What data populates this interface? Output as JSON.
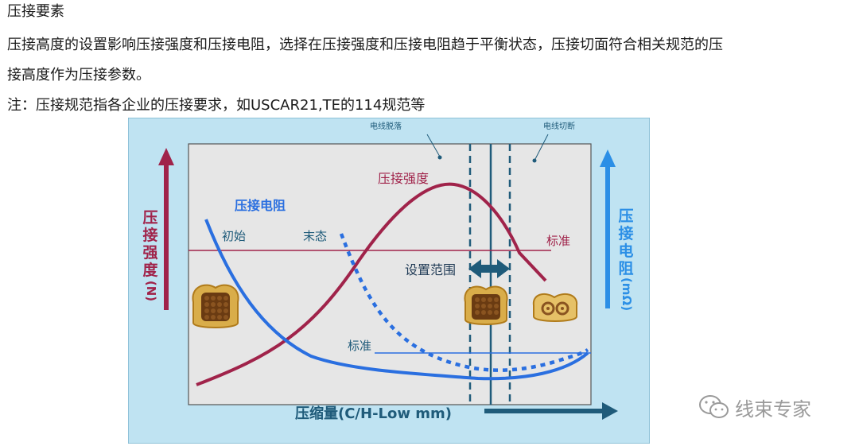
{
  "article": {
    "title": "压接要素",
    "body_line1": "压接高度的设置影响压接强度和压接电阻，选择在压接强度和压接电阻趋于平衡状态，压接切面符合相关规范的压",
    "body_line2": "接高度作为压接参数。",
    "note": "注：压接规范指各企业的压接要求，如USCAR21,TE的114规范等"
  },
  "figure": {
    "label_wire_pullout": "电线脱落",
    "label_wire_cut": "电线切断",
    "left_axis_label": [
      "压",
      "接",
      "强",
      "度",
      "(N)"
    ],
    "right_axis_label": [
      "压",
      "接",
      "电",
      "阻",
      "(mΩ)"
    ],
    "x_axis_label": "压缩量(C/H-Low mm)",
    "curve_strength_label": "压接强度",
    "curve_resistance_label": "压接电阻",
    "initial_label": "初始",
    "final_label": "末态",
    "standard_label_strength": "标准",
    "standard_label_resistance": "标准",
    "setting_range_label": "设置范围",
    "colors": {
      "strength": "#a0234a",
      "resistance": "#2a6fe0",
      "dashed_guides": "#1f5b7a",
      "panel_bg": "#bfe3f2",
      "plot_bg": "#e6e6e6"
    }
  },
  "watermark": {
    "text": "线束专家",
    "icon": "wechat-icon"
  }
}
